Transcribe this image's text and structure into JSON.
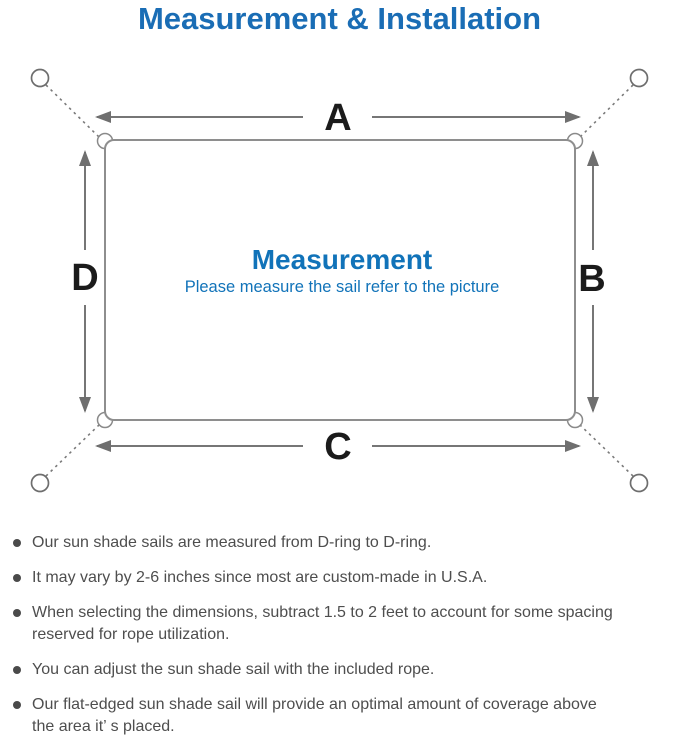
{
  "title": "Measurement & Installation",
  "diagram": {
    "labels": {
      "top": "A",
      "right": "B",
      "bottom": "C",
      "left": "D"
    },
    "center_title": "Measurement",
    "center_subtitle": "Please measure the sail refer to the picture",
    "colors": {
      "accent_blue": "#1a6db5",
      "center_blue": "#1173b9",
      "line_gray": "#757575",
      "sail_stroke": "#8e8e8e",
      "label_black": "#1b1b1b"
    }
  },
  "bullets": [
    {
      "lines": [
        "Our sun shade sails are measured from D-ring to D-ring."
      ]
    },
    {
      "lines": [
        "It may vary by 2-6 inches since most are custom-made in U.S.A."
      ]
    },
    {
      "lines": [
        "When selecting the dimensions, subtract 1.5 to 2 feet to account for some spacing",
        "reserved for rope utilization."
      ]
    },
    {
      "lines": [
        "You can adjust the sun shade sail with the included rope."
      ]
    },
    {
      "lines": [
        "Our flat-edged sun shade sail will provide an optimal amount of coverage above",
        "the area it’ s placed."
      ]
    }
  ]
}
